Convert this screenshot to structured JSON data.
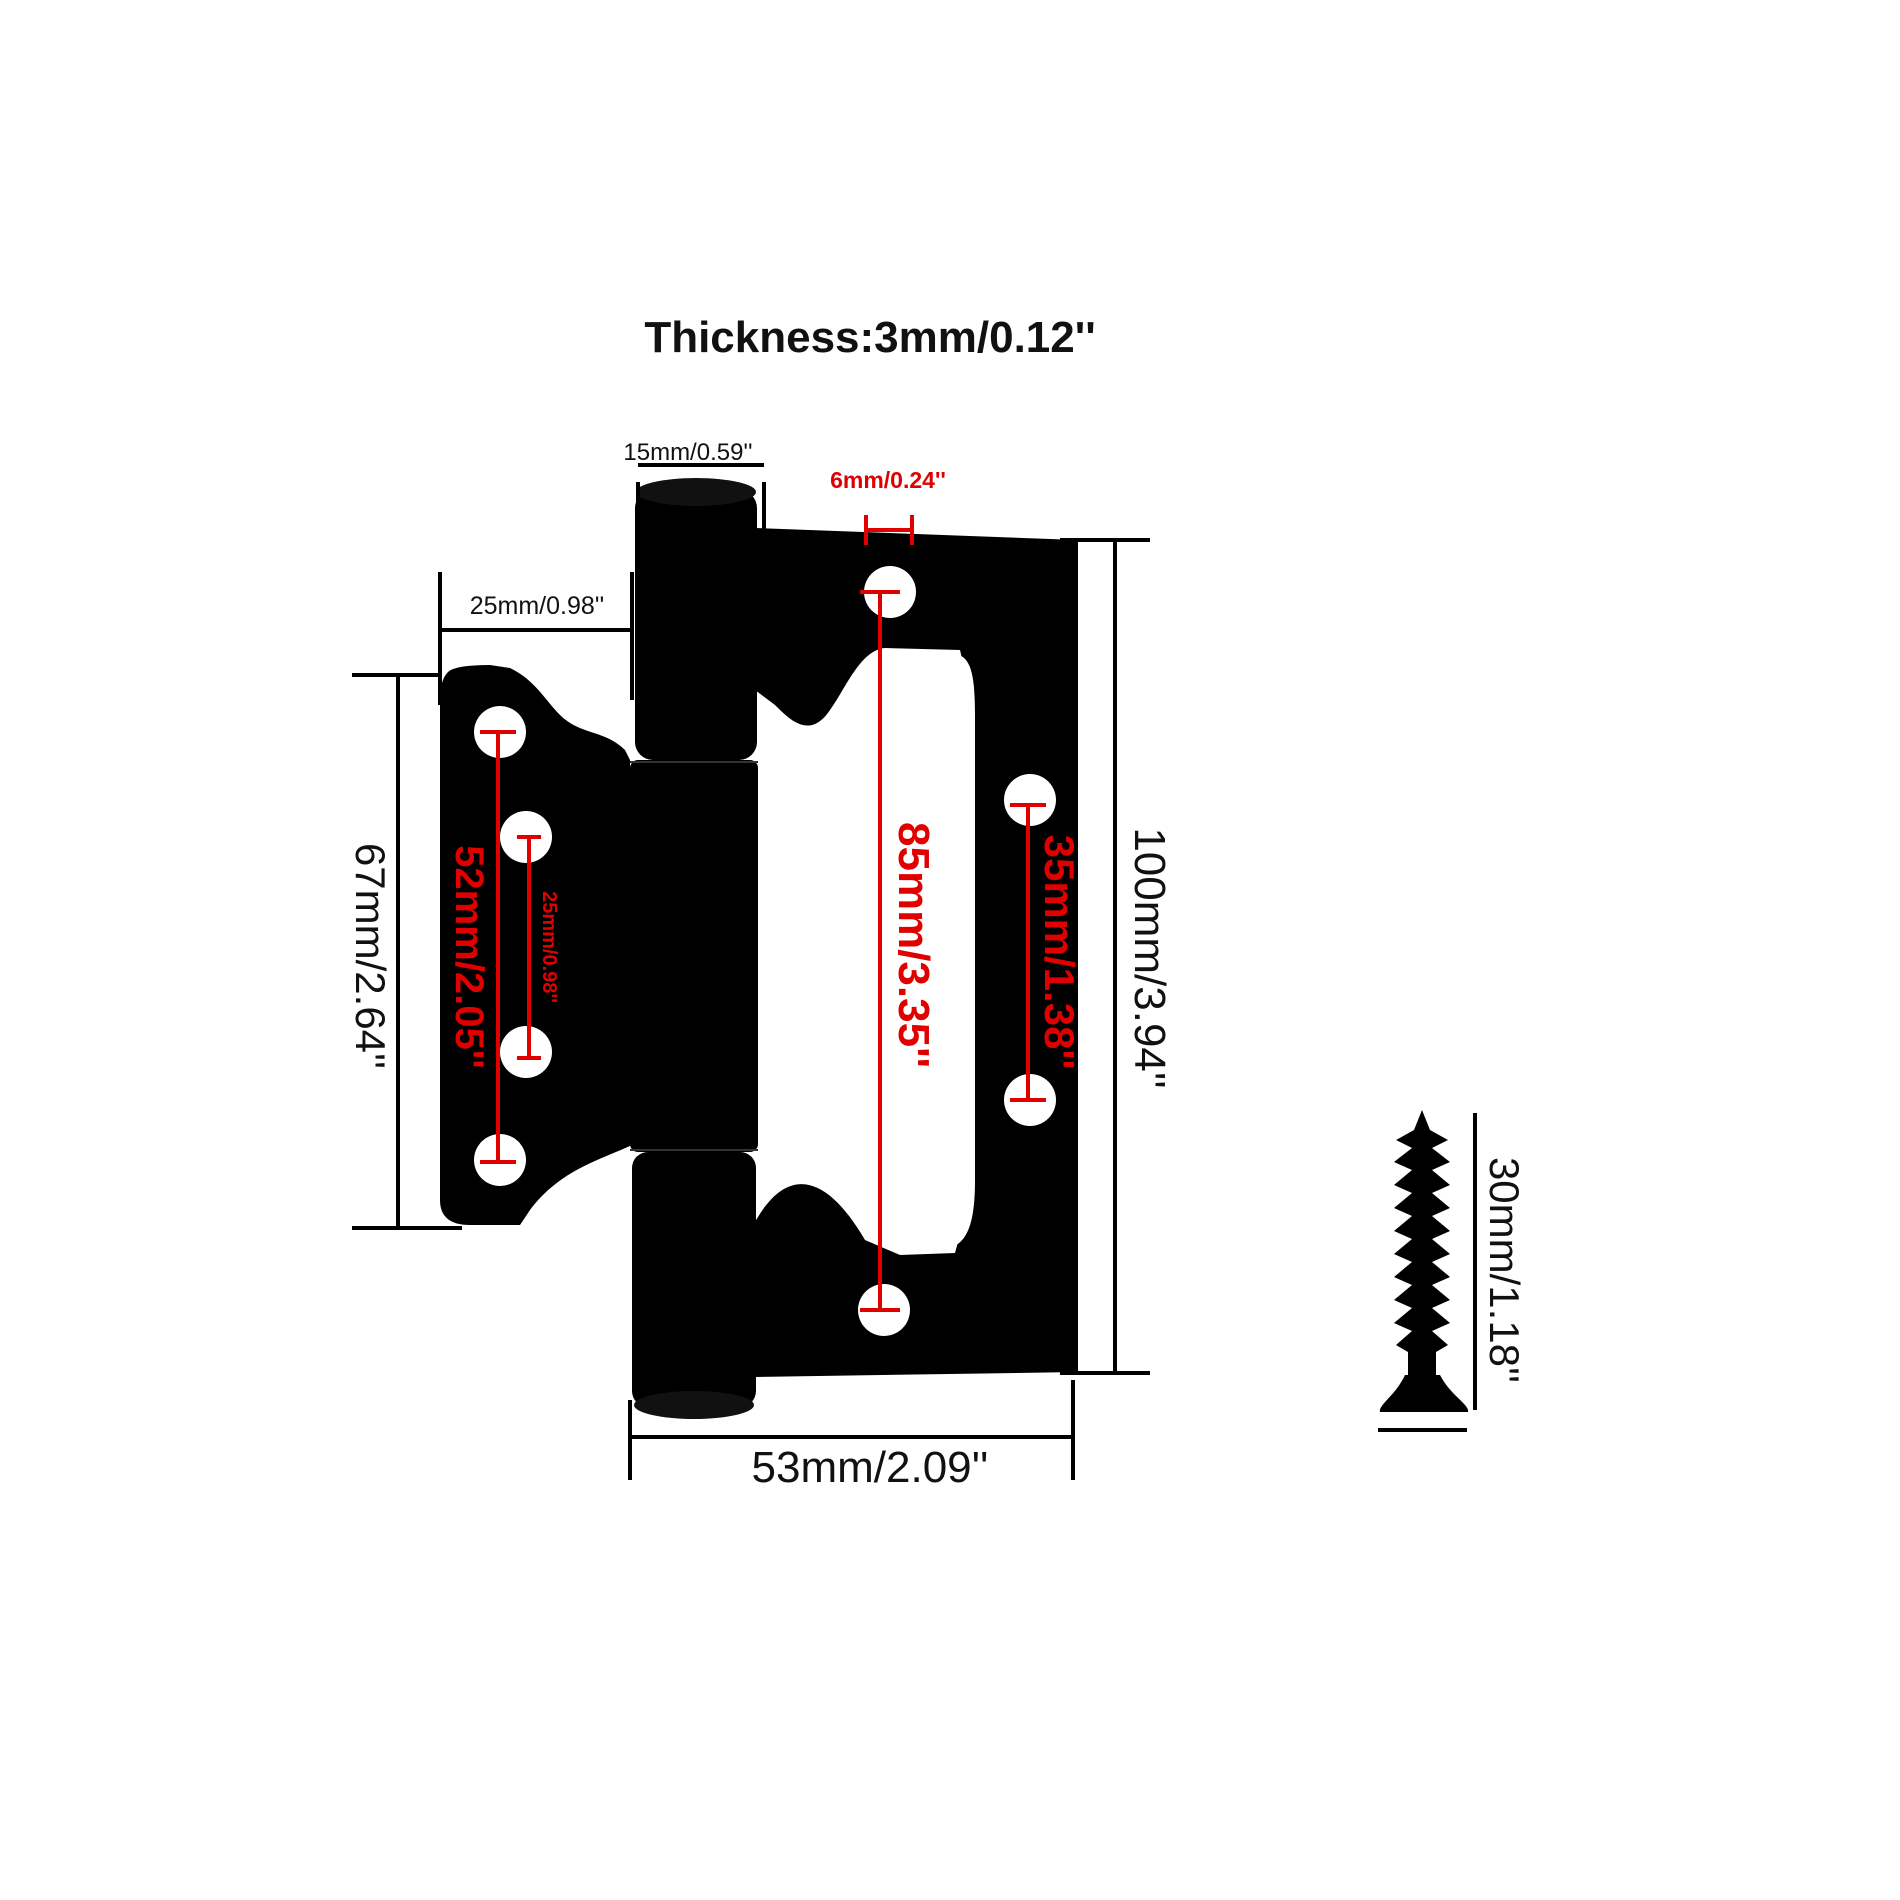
{
  "thickness_label": "Thickness:3mm/0.12''",
  "dimensions": {
    "knuckle_width": "15mm/0.59''",
    "hole_diameter": "6mm/0.24''",
    "left_leaf_width": "25mm/0.98''",
    "left_leaf_height": "67mm/2.64''",
    "left_outer_holes": "52mm/2.05''",
    "left_inner_holes": "25mm/0.98''",
    "right_center_holes": "85mm/3.35''",
    "right_side_holes": "35mm/1.38''",
    "total_height": "100mm/3.94''",
    "total_width": "53mm/2.09''",
    "screw_length": "30mm/1.18''"
  },
  "colors": {
    "hinge": "#000000",
    "annotation_red": "#e00000",
    "dimension_line": "#000000"
  }
}
